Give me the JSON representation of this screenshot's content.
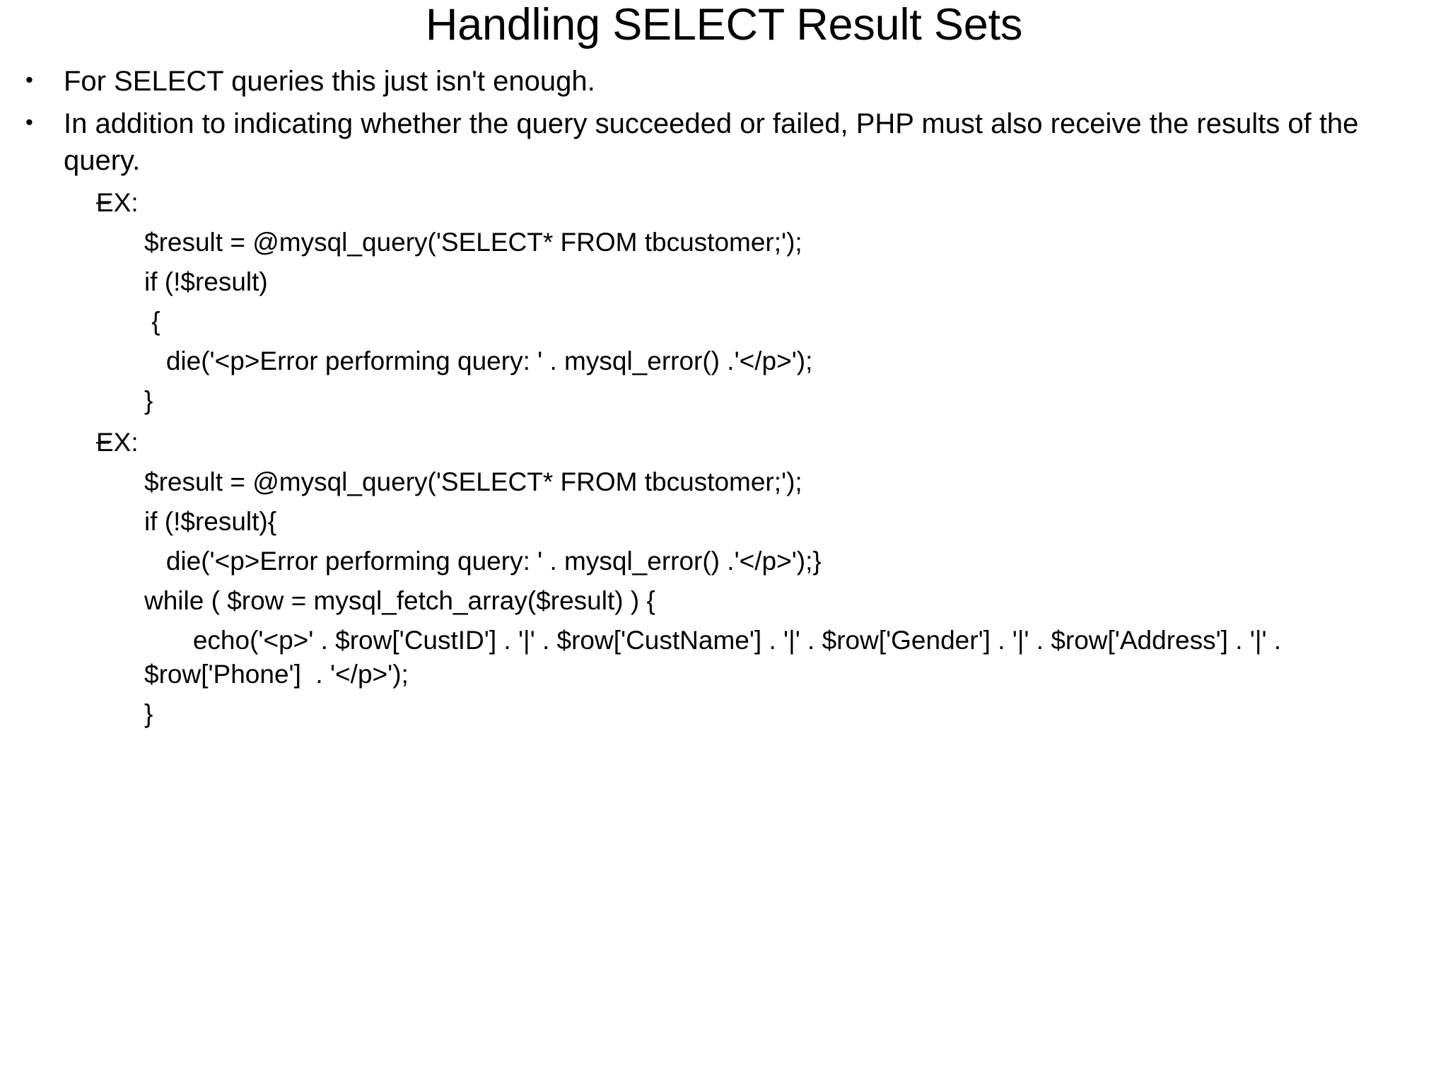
{
  "slide": {
    "title": "Handling SELECT Result Sets",
    "bullet_glyph": "•",
    "dash_glyph": "–",
    "bullets": [
      {
        "text": "For SELECT queries this just isn't enough."
      },
      {
        "text": "In addition to indicating whether the query succeeded or failed, PHP must also receive the results of the query."
      }
    ],
    "examples": [
      {
        "label": "EX:",
        "lines": [
          "$result = @mysql_query('SELECT* FROM tbcustomer;');",
          "if (!$result)",
          " {",
          "   die('<p>Error performing query: ' . mysql_error() .'</p>');",
          "}"
        ]
      },
      {
        "label": "EX:",
        "lines": [
          "$result = @mysql_query('SELECT* FROM tbcustomer;');",
          "if (!$result){",
          "   die('<p>Error performing query: ' . mysql_error() .'</p>');}",
          "while ( $row = mysql_fetch_array($result) ) {",
          "   echo('<p>' . $row['CustID'] . '|' . $row['CustName'] . '|' . $row['Gender'] . '|' . $row['Address'] . '|' . $row['Phone']  . '</p>');",
          "}"
        ]
      }
    ],
    "colors": {
      "background": "#ffffff",
      "text": "#000000"
    }
  }
}
